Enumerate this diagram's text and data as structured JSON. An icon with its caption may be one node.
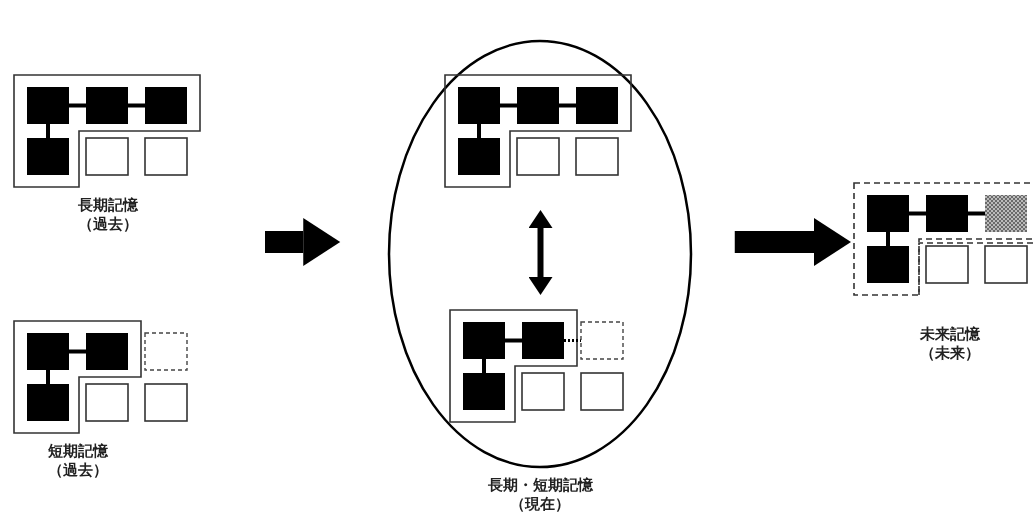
{
  "diagram": {
    "nodes": [
      {
        "text": [
          "長期記憶（過去）"
        ]
      },
      {
        "text": [
          "短期記憶（過去）"
        ]
      },
      {
        "text": [
          "長期・短期記憶（現在）"
        ]
      },
      {
        "text": [],
        "shape": "box",
        "in": 2
      },
      {
        "text": [],
        "shape": "box",
        "in": 2
      },
      {
        "text": [
          "未来記憶（未来）"
        ]
      }
    ],
    "edges": [
      {
        "from": null,
        "to": 2,
        "arrow": "to"
      },
      {
        "from": 3,
        "to": 4,
        "arrow": "both"
      },
      {
        "from": 2,
        "to": 5,
        "arrow": "to"
      }
    ]
  }
}
